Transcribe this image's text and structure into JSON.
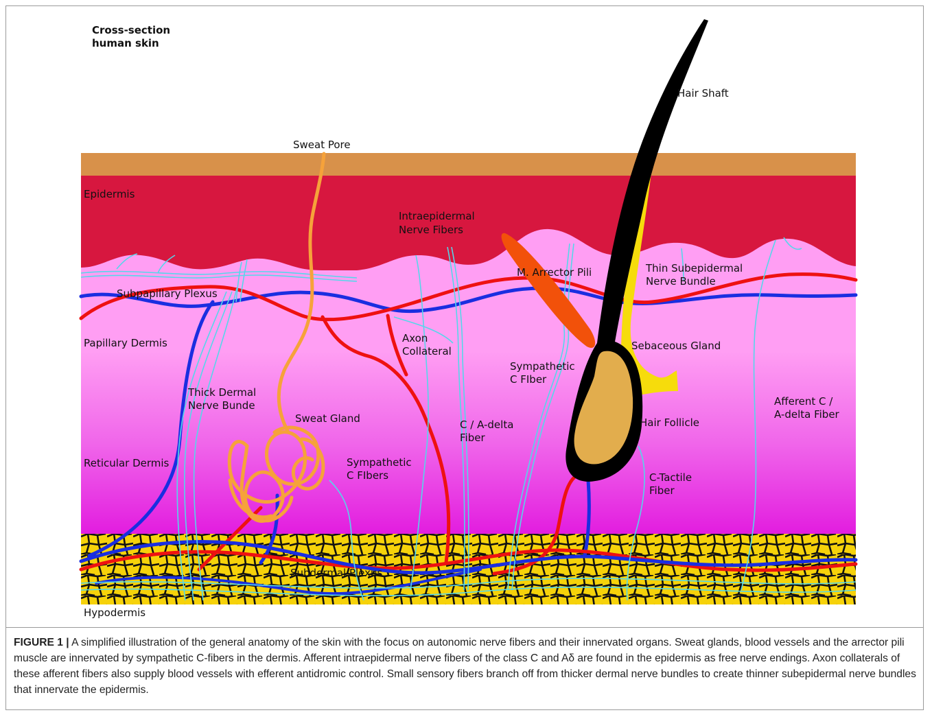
{
  "title": {
    "line1": "Cross-section",
    "line2": "human skin"
  },
  "labels": {
    "hair_shaft": "Hair Shaft",
    "sweat_pore": "Sweat Pore",
    "epidermis": "Epidermis",
    "intraepidermal_1": "Intraepidermal",
    "intraepidermal_2": "Nerve Fibers",
    "arrector_pili": "M. Arrector Pili",
    "thin_subepidermal_1": "Thin Subepidermal",
    "thin_subepidermal_2": "Nerve Bundle",
    "subpapillary_plexus": "Subpapillary Plexus",
    "papillary_dermis": "Papillary Dermis",
    "axon_collateral_1": "Axon",
    "axon_collateral_2": "Collateral",
    "sebaceous_gland": "Sebaceous Gland",
    "sympathetic_fiber_1": "Sympathetic",
    "sympathetic_fiber_2": "C FIber",
    "thick_dermal_1": "Thick Dermal",
    "thick_dermal_2": "Nerve Bunde",
    "afferent_1": "Afferent C /",
    "afferent_2": "A-delta Fiber",
    "sweat_gland": "Sweat Gland",
    "c_adelta_1": "C / A-delta",
    "c_adelta_2": "Fiber",
    "hair_follicle": "Hair Follicle",
    "reticular_dermis": "Reticular Dermis",
    "sympathetic_fibers_1": "Sympathetic",
    "sympathetic_fibers_2": "C FIbers",
    "c_tactile_1": "C-Tactile",
    "c_tactile_2": "Fiber",
    "subdermal_plexus": "Subdermal Plexus",
    "hypodermis": "Hypodermis"
  },
  "caption": {
    "figure_label": "FIGURE 1 |",
    "text": " A simplified illustration of the general anatomy of the skin with the focus on autonomic nerve fibers and their innervated organs. Sweat glands, blood vessels and the arrector pili muscle are innervated by sympathetic C-fibers in the dermis. Afferent intraepidermal nerve fibers of the class C and Aδ are found in the epidermis as free nerve endings. Axon collaterals of these afferent fibers also supply blood vessels with efferent antidromic control. Small sensory fibers branch off from thicker dermal nerve bundles to create thinner subepidermal nerve bundles that innervate the epidermis."
  },
  "colors": {
    "stratum_corneum": "#d8914a",
    "epidermis": "#d7173f",
    "papillary_dermis": "#ff99f2",
    "reticular_dermis": "#e81ee0",
    "hypodermis_fat": "#f6d20a",
    "artery": "#ee1111",
    "vein": "#1a2ee0",
    "nerve": "#55d7ea",
    "sweat_gland": "#f6a23a",
    "hair": "#000000",
    "follicle_bulb": "#e2ad4d",
    "sebaceous": "#f6dc0c",
    "arrector_pili": "#f2510a"
  }
}
